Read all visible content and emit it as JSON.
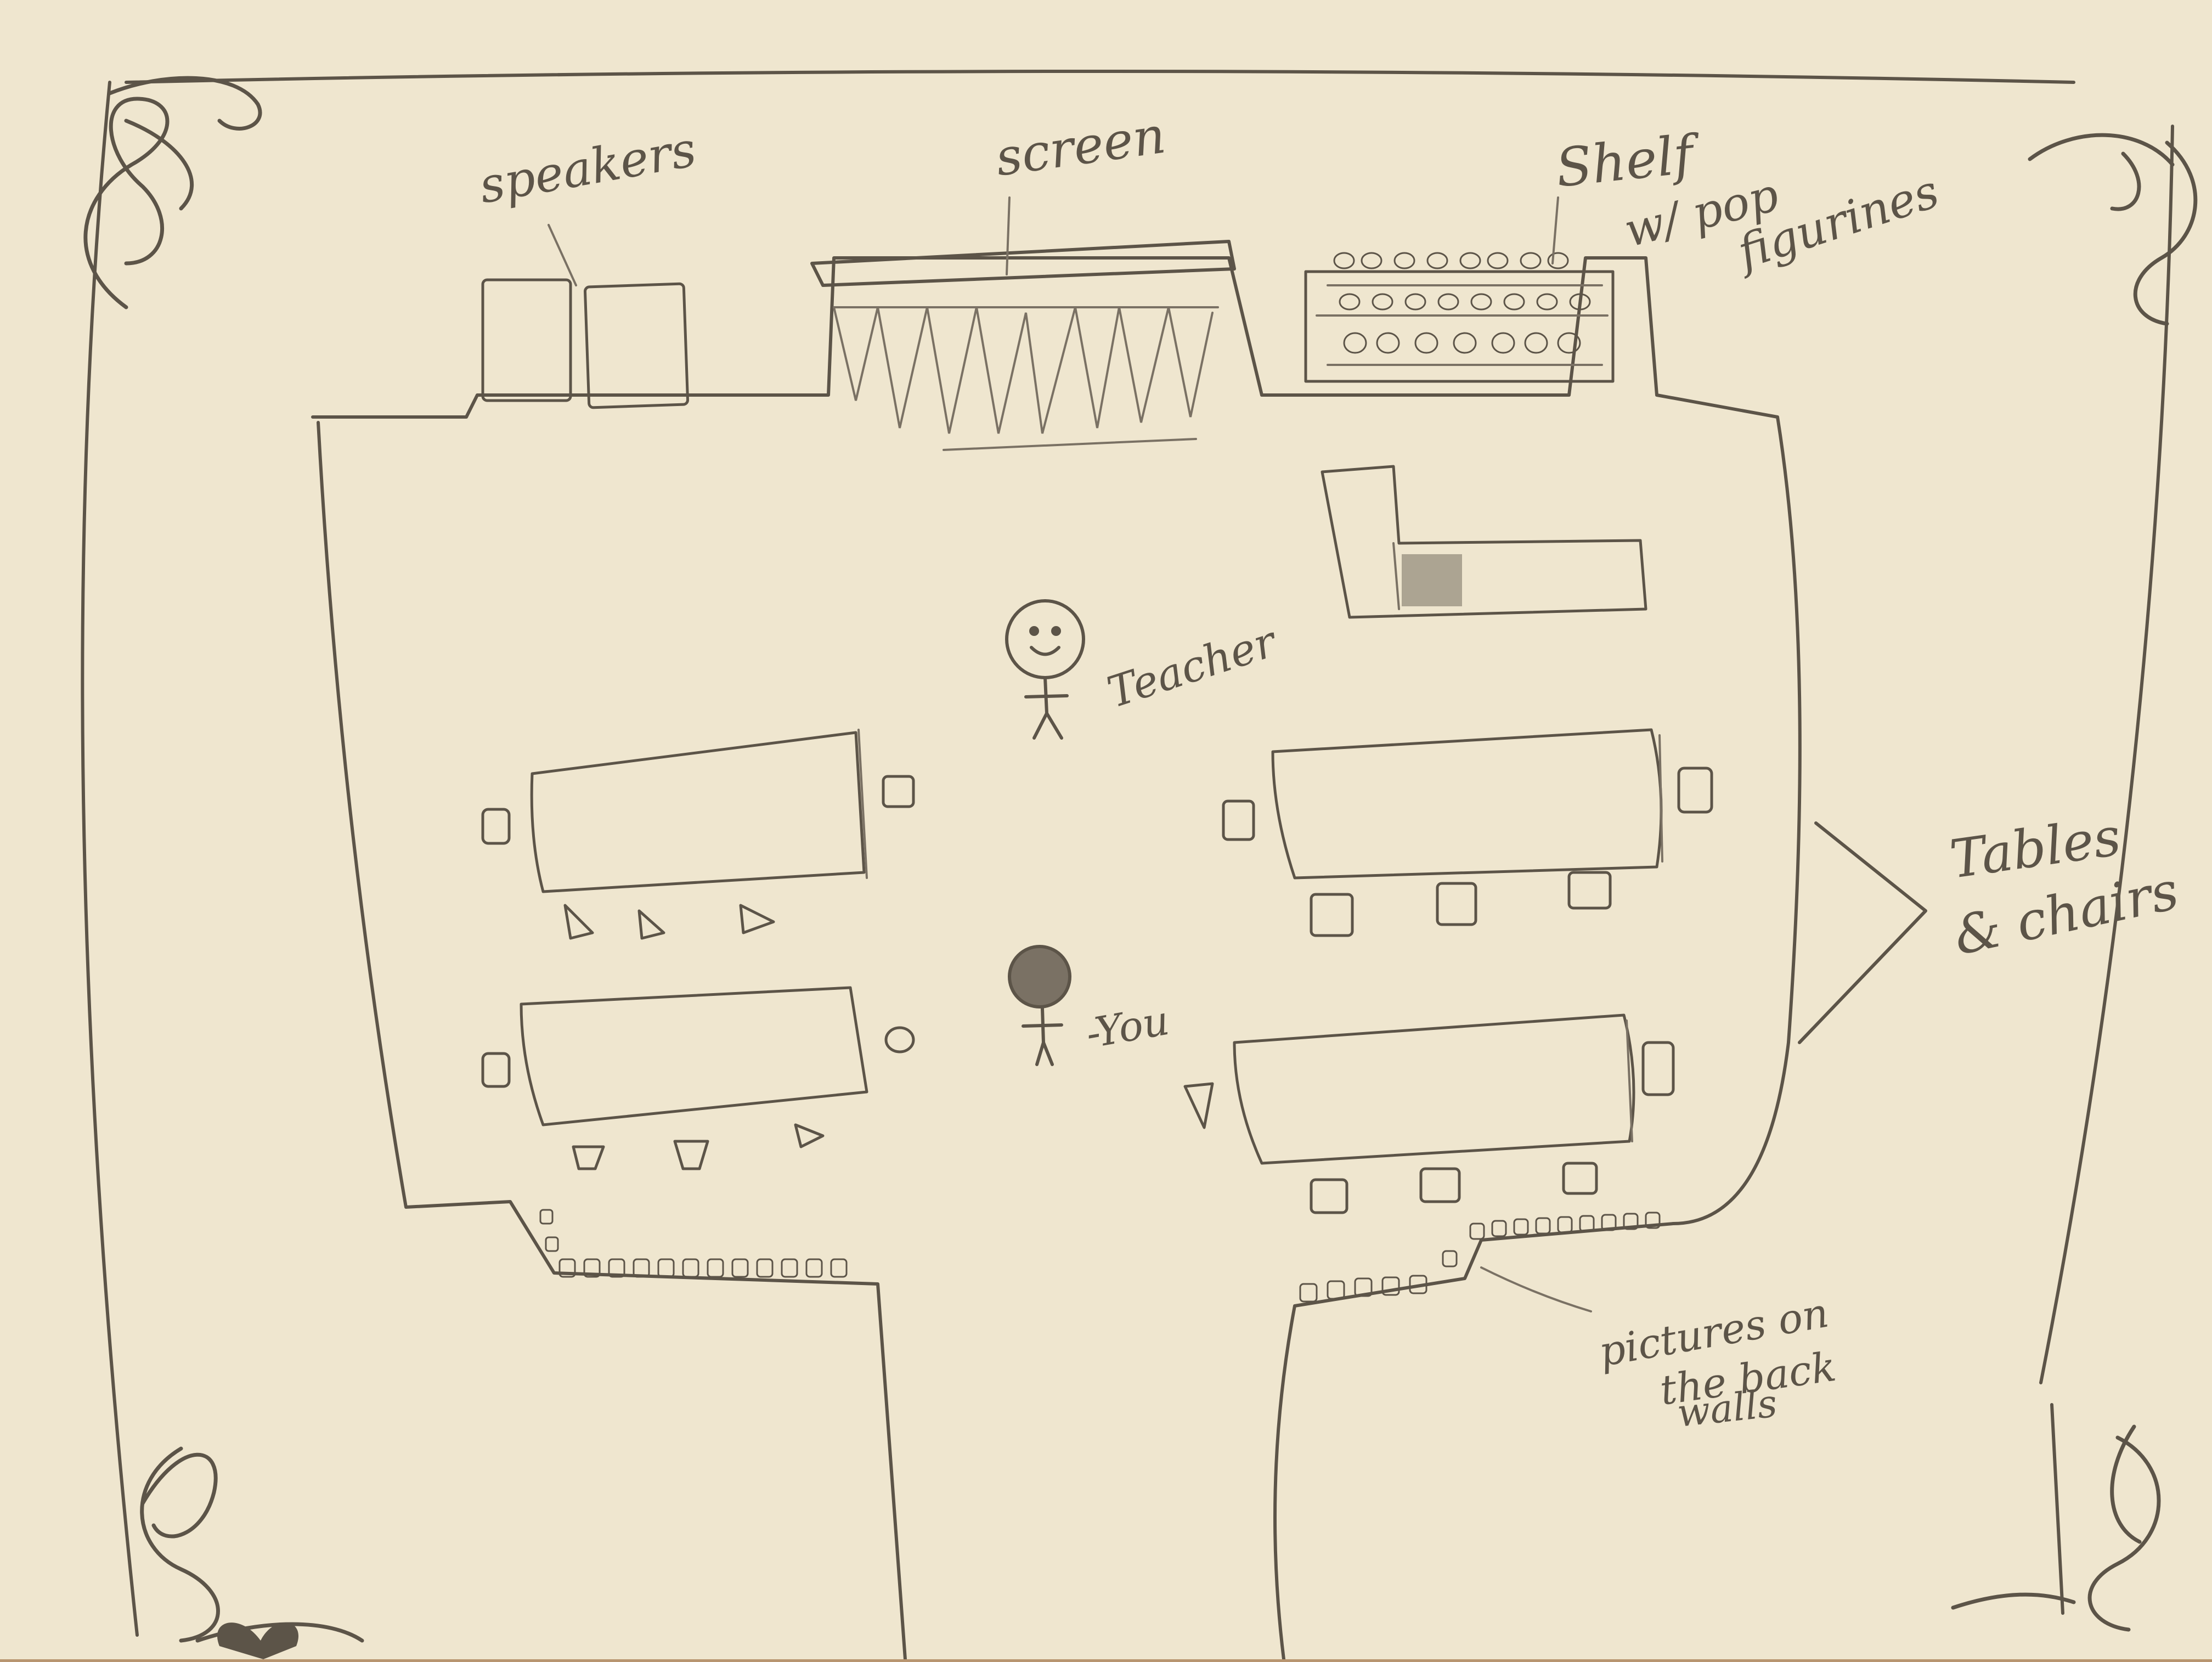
{
  "palette": {
    "paper": "#efe6cf",
    "paper_shade": "#e3d5b6",
    "pencil": "#5c5448",
    "pencil_light": "#7a7164",
    "table_edge": "#b89570"
  },
  "labels": {
    "speakers": "speakers",
    "screen": "screen",
    "shelf_line1": "Shelf",
    "shelf_line2": "w/ pop",
    "shelf_line3": "figurines",
    "teacher": "Teacher",
    "you": "-You",
    "tables_line1": "Tables",
    "tables_line2": "& chairs",
    "pictures_line1": "pictures on",
    "pictures_line2": "the back",
    "pictures_line3": "walls"
  },
  "icons": {
    "corner": "treble-clef-flourish",
    "heart": "heart"
  }
}
